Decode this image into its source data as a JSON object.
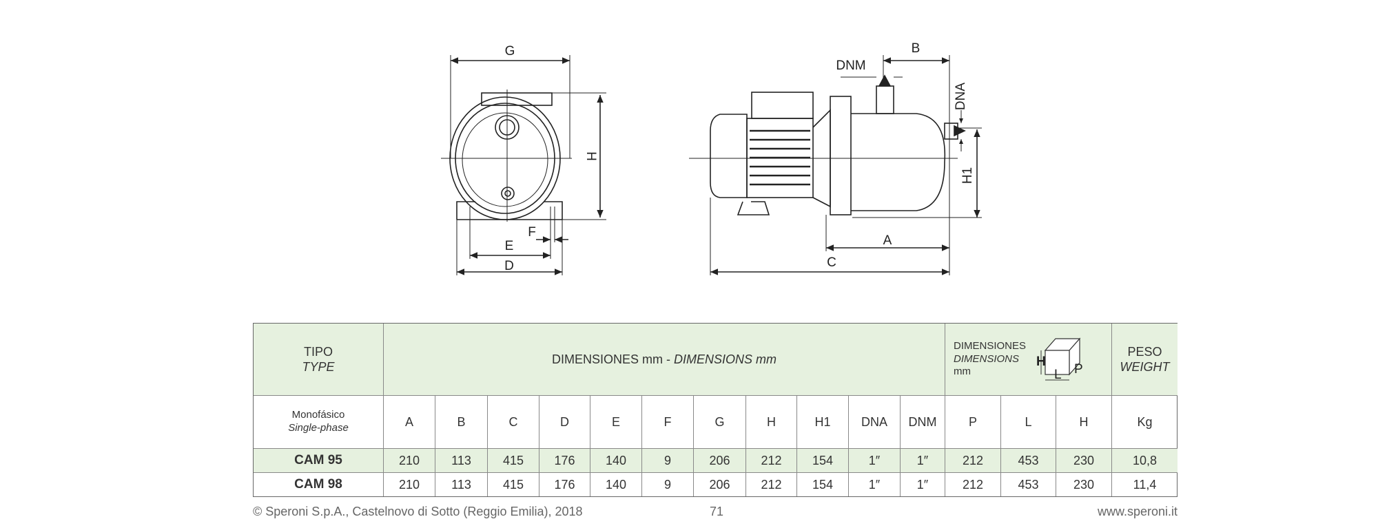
{
  "drawing": {
    "front_labels": {
      "G": "G",
      "H": "H",
      "E": "E",
      "F": "F",
      "D": "D"
    },
    "side_labels": {
      "B": "B",
      "DNM": "DNM",
      "DNA": "DNA",
      "H1": "H1",
      "A": "A",
      "C": "C"
    }
  },
  "table": {
    "type_header": {
      "es": "TIPO",
      "en": "TYPE"
    },
    "dimensions_header": {
      "es": "DIMENSIONES mm - ",
      "en": "DIMENSIONS mm"
    },
    "package_header": {
      "es": "DIMENSIONES",
      "en": "DIMENSIONS",
      "unit": "mm",
      "box_labels": {
        "h": "H",
        "l": "L",
        "p": "P"
      }
    },
    "weight_header": {
      "es": "PESO",
      "en": "WEIGHT"
    },
    "phase_label": {
      "es": "Monofásico",
      "en": "Single-phase"
    },
    "columns": [
      "A",
      "B",
      "C",
      "D",
      "E",
      "F",
      "G",
      "H",
      "H1",
      "DNA",
      "DNM",
      "P",
      "L",
      "H",
      "Kg"
    ],
    "rows": [
      {
        "model": "CAM 95",
        "values": [
          "210",
          "113",
          "415",
          "176",
          "140",
          "9",
          "206",
          "212",
          "154",
          "1″",
          "1″",
          "212",
          "453",
          "230",
          "10,8"
        ]
      },
      {
        "model": "CAM 98",
        "values": [
          "210",
          "113",
          "415",
          "176",
          "140",
          "9",
          "206",
          "212",
          "154",
          "1″",
          "1″",
          "212",
          "453",
          "230",
          "11,4"
        ]
      }
    ]
  },
  "footer": {
    "copyright": "© Speroni S.p.A., Castelnovo di Sotto (Reggio Emilia), 2018",
    "page": "71",
    "website": "www.speroni.it"
  },
  "colors": {
    "header_green": "#e6f1df",
    "line": "#333333"
  }
}
